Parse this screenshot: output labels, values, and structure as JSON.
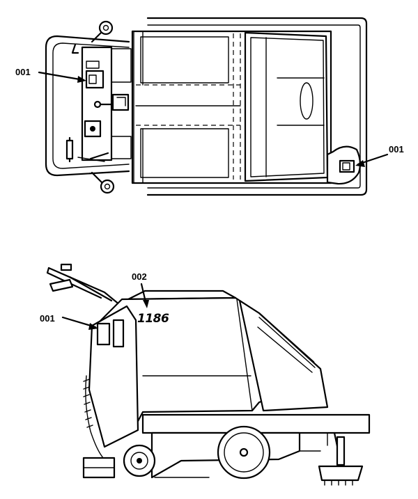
{
  "callouts": {
    "decal_location": "001",
    "model_decal": "002"
  },
  "model_number": "1186",
  "colors": {
    "line": "#000000",
    "background": "#ffffff"
  }
}
